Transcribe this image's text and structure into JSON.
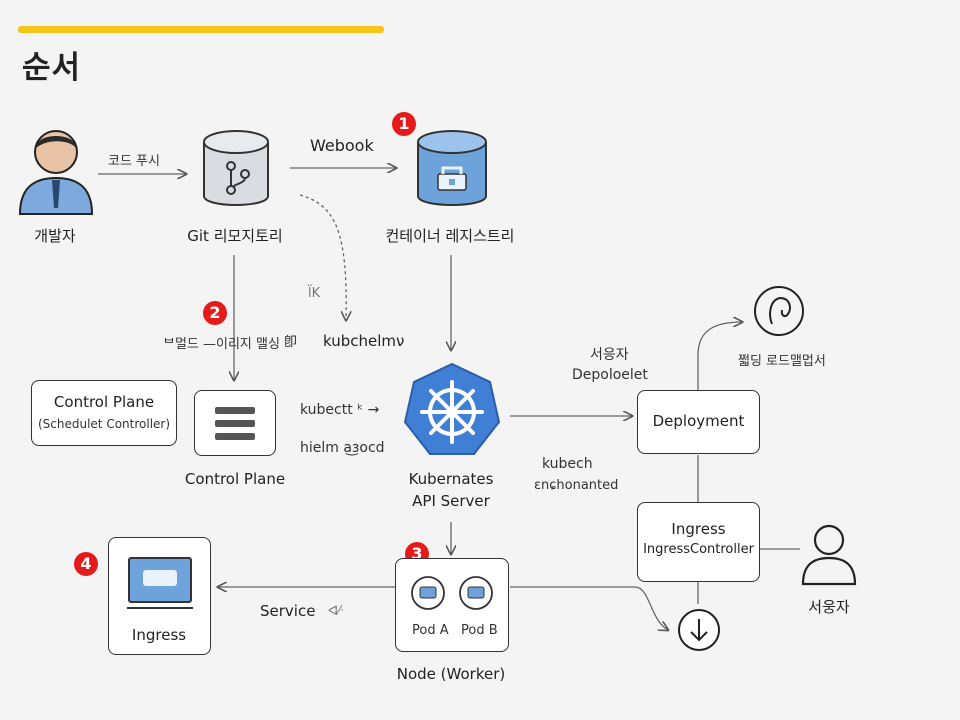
{
  "title": "순서",
  "accent": "#f5c518",
  "badge_color": "#e51b1b",
  "badges": [
    "1",
    "2",
    "3",
    "4"
  ],
  "nodes": {
    "developer": "개발자",
    "git": "Git 리모지토리",
    "registry": "컨테이너 레지스트리",
    "control_plane_box_title": "Control Plane",
    "control_plane_box_sub": "(Schedulet Controller)",
    "control_plane": "Control Plane",
    "api_server_line1": "Kubernates",
    "api_server_line2": "API Server",
    "deployment": "Deployment",
    "ingress_ctrl_line1": "Ingress",
    "ingress_ctrl_line2": "IngressController",
    "ingress": "Ingress",
    "node_worker": "Node (Worker)",
    "pod_a": "Pod A",
    "pod_b": "Pod B",
    "user_bottom": "서웅자",
    "user_top": "쩗딩 로드맬멉서"
  },
  "edges": {
    "code_push": "코드 푸시",
    "webhook": "Webook",
    "lk": "l̈K",
    "kubchelmv": "kubchelmν",
    "build_image": "ᄇ멀드 —이리지 맬싱",
    "build_icon": "卽",
    "kubectl": "kubectt ᵏ →",
    "helm": "hielm a͜ɜocd",
    "user_mid": "서응자",
    "deploy_label": "Depoloelet",
    "kubech": "kubech",
    "enchanted": "ɛnɕhonanted",
    "service": "Service",
    "service_suffix": "ᐊ⁄ᐧ"
  },
  "icons": [
    "developer-person-icon",
    "git-repo-icon",
    "registry-icon",
    "server-icon",
    "kubernetes-helm-icon",
    "monitor-icon",
    "pod-icon",
    "user-icon",
    "user-head-icon",
    "down-arrow-icon"
  ]
}
